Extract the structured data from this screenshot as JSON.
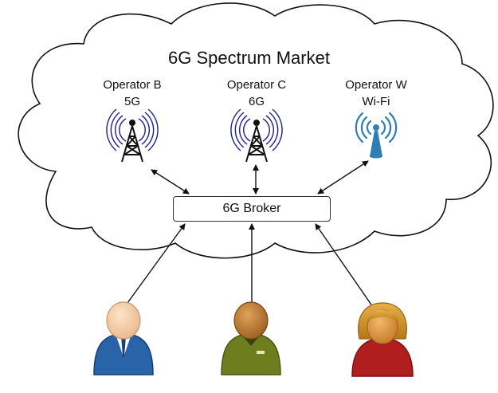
{
  "diagram": {
    "title": "6G Spectrum Market",
    "operators": [
      {
        "name": "Operator B",
        "tech": "5G",
        "icon": "cell-tower-icon",
        "color": "#1d1d8c"
      },
      {
        "name": "Operator C",
        "tech": "6G",
        "icon": "cell-tower-icon",
        "color": "#1d1d8c"
      },
      {
        "name": "Operator W",
        "tech": "Wi-Fi",
        "icon": "wifi-antenna-icon",
        "color": "#2f7fb5"
      }
    ],
    "broker_label": "6G Broker",
    "users": [
      {
        "icon": "businessman-icon",
        "shirt": "#2a64a8"
      },
      {
        "icon": "man-icon",
        "shirt": "#6e7d1e"
      },
      {
        "icon": "woman-icon",
        "shirt": "#b01e1e"
      }
    ]
  }
}
